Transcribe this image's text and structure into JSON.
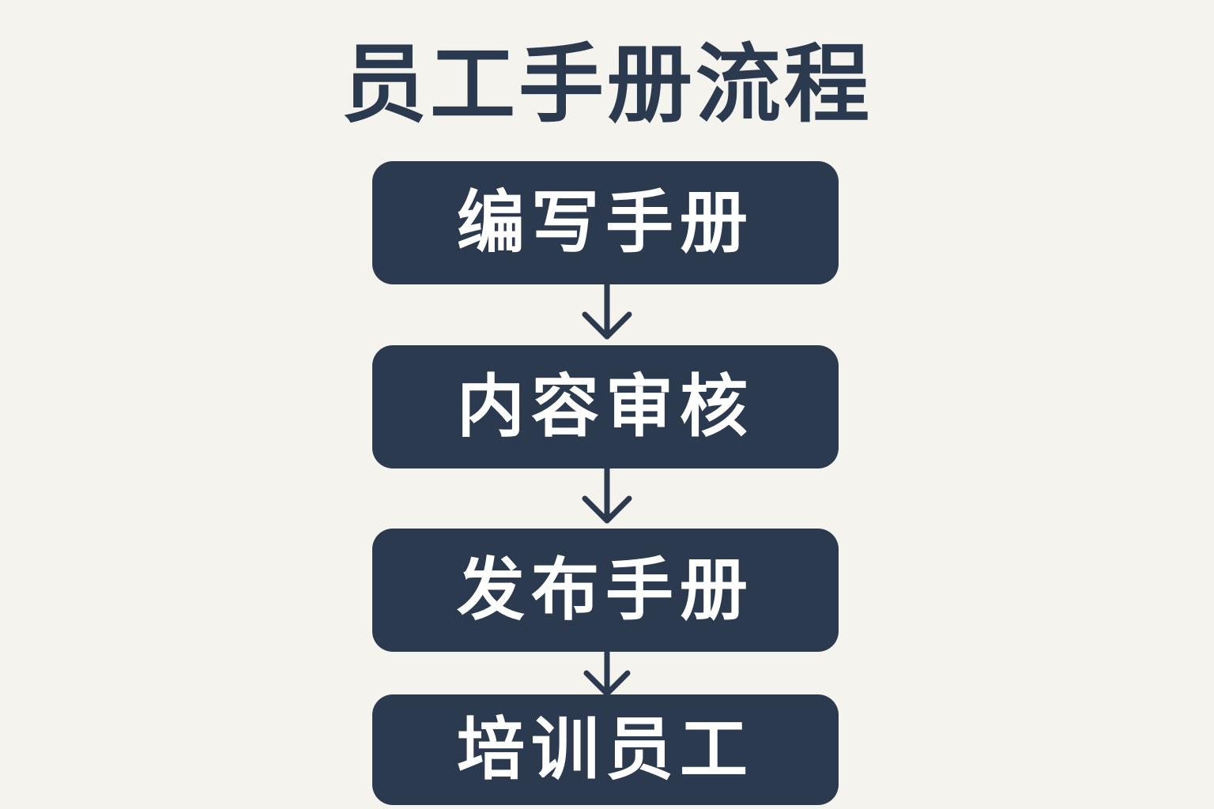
{
  "title": "员工手册流程",
  "colors": {
    "background": "#f5f3ee",
    "box": "#2b3a4e",
    "box_text": "#ffffff",
    "title": "#2b3a4e"
  },
  "steps": [
    {
      "label": "编写手册"
    },
    {
      "label": "内容审核"
    },
    {
      "label": "发布手册"
    },
    {
      "label": "培训员工"
    }
  ]
}
